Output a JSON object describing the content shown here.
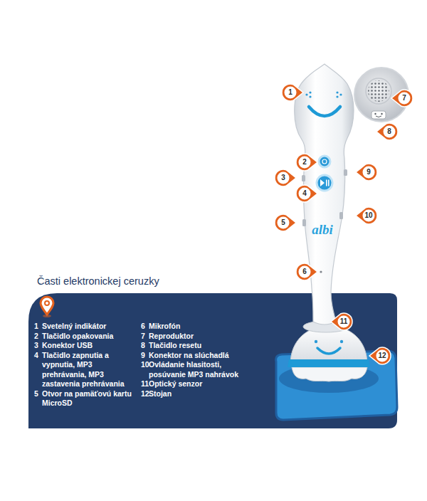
{
  "diagram": {
    "title": "Časti elektronickej ceruzky",
    "nodes": [
      {
        "text": [
          "1",
          "Svetelný indikátor",
          "2",
          "Tlačidlo opakovania",
          "3",
          "Konektor USB",
          "4",
          "Tlačidlo zapnutia a vypnutia, MP3 prehrávania, MP3 zastavenia prehrávania",
          "5",
          "Otvor na pamäťovú kartu MicroSD",
          "6",
          "Mikrofón",
          "7",
          "Reproduktor",
          "8",
          "Tlačidlo resetu",
          "9",
          "Konektor na slúchadlá",
          "10",
          "Ovládanie hlasitosti, posúvanie MP3 nahrávok",
          "11",
          "Optický senzor",
          "12",
          "Stojan"
        ]
      }
    ],
    "labels": [
      "1",
      "2",
      "3",
      "4",
      "5",
      "6",
      "7",
      "8",
      "9",
      "10",
      "11",
      "12",
      "albi"
    ]
  }
}
